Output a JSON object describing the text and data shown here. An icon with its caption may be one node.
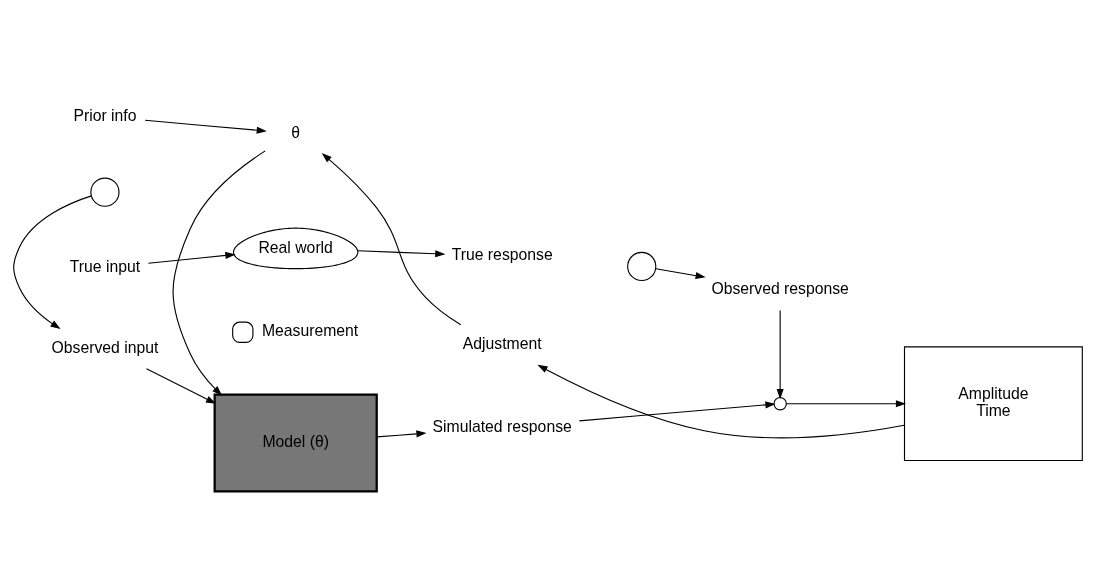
{
  "diagram": {
    "nodes": [
      {
        "text": [
          "True input"
        ]
      },
      {
        "text": [
          "Real world"
        ]
      },
      {
        "text": [
          "True response"
        ]
      },
      {
        "text": [],
        "shape": "circle"
      },
      {
        "text": [
          "Observed response"
        ]
      },
      {
        "text": [],
        "shape": "circle"
      },
      {
        "text": [],
        "shape": "circle"
      },
      {
        "text": [
          "Amplitude",
          "Time"
        ]
      },
      {
        "text": [
          "Observed input"
        ]
      },
      {
        "text": [
          "Model (θ)"
        ]
      },
      {
        "text": [
          "Simulated response"
        ]
      },
      {
        "text": [
          "Prior info"
        ]
      },
      {
        "text": [
          "θ"
        ]
      },
      {
        "text": [
          "Adjustment"
        ]
      }
    ],
    "edges": [
      {
        "from": 0,
        "to": 1,
        "arrow": "to"
      },
      {
        "from": 1,
        "to": 2,
        "arrow": "to"
      },
      {
        "from": 3,
        "to": 4,
        "arrow": "to"
      },
      {
        "from": 5,
        "to": 8,
        "arrow": "to"
      },
      {
        "from": 8,
        "to": 9,
        "arrow": "to"
      },
      {
        "from": 9,
        "to": 10,
        "arrow": "to"
      },
      {
        "from": 4,
        "to": 6,
        "arrow": "to"
      },
      {
        "from": 10,
        "to": 6,
        "arrow": "to"
      },
      {
        "from": 6,
        "to": 7,
        "arrow": "to"
      },
      {
        "from": 7,
        "to": 13,
        "arrow": "to"
      },
      {
        "from": 13,
        "to": 12,
        "arrow": "to"
      },
      {
        "from": 11,
        "to": 12,
        "arrow": "to"
      },
      {
        "from": 12,
        "to": 9,
        "arrow": "to"
      }
    ],
    "legend": [
      {
        "text": "Measurement"
      }
    ]
  }
}
